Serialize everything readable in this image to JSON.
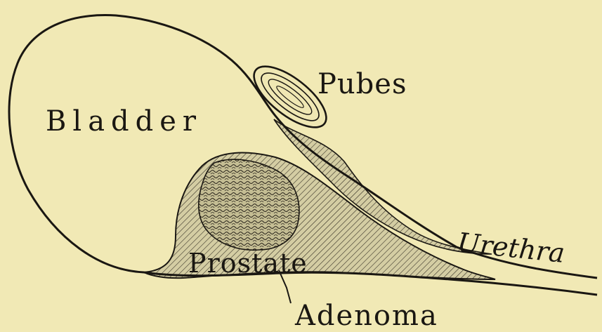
{
  "labels": {
    "bladder": "Bladder",
    "pubes": "Pubes",
    "urethra": "Urethra",
    "prostate": "Prostate",
    "adenoma": "Adenoma"
  },
  "colors": {
    "paper": "#f1e9b5",
    "ink": "#1a1712",
    "hatch_fill": "#c9c29a"
  }
}
